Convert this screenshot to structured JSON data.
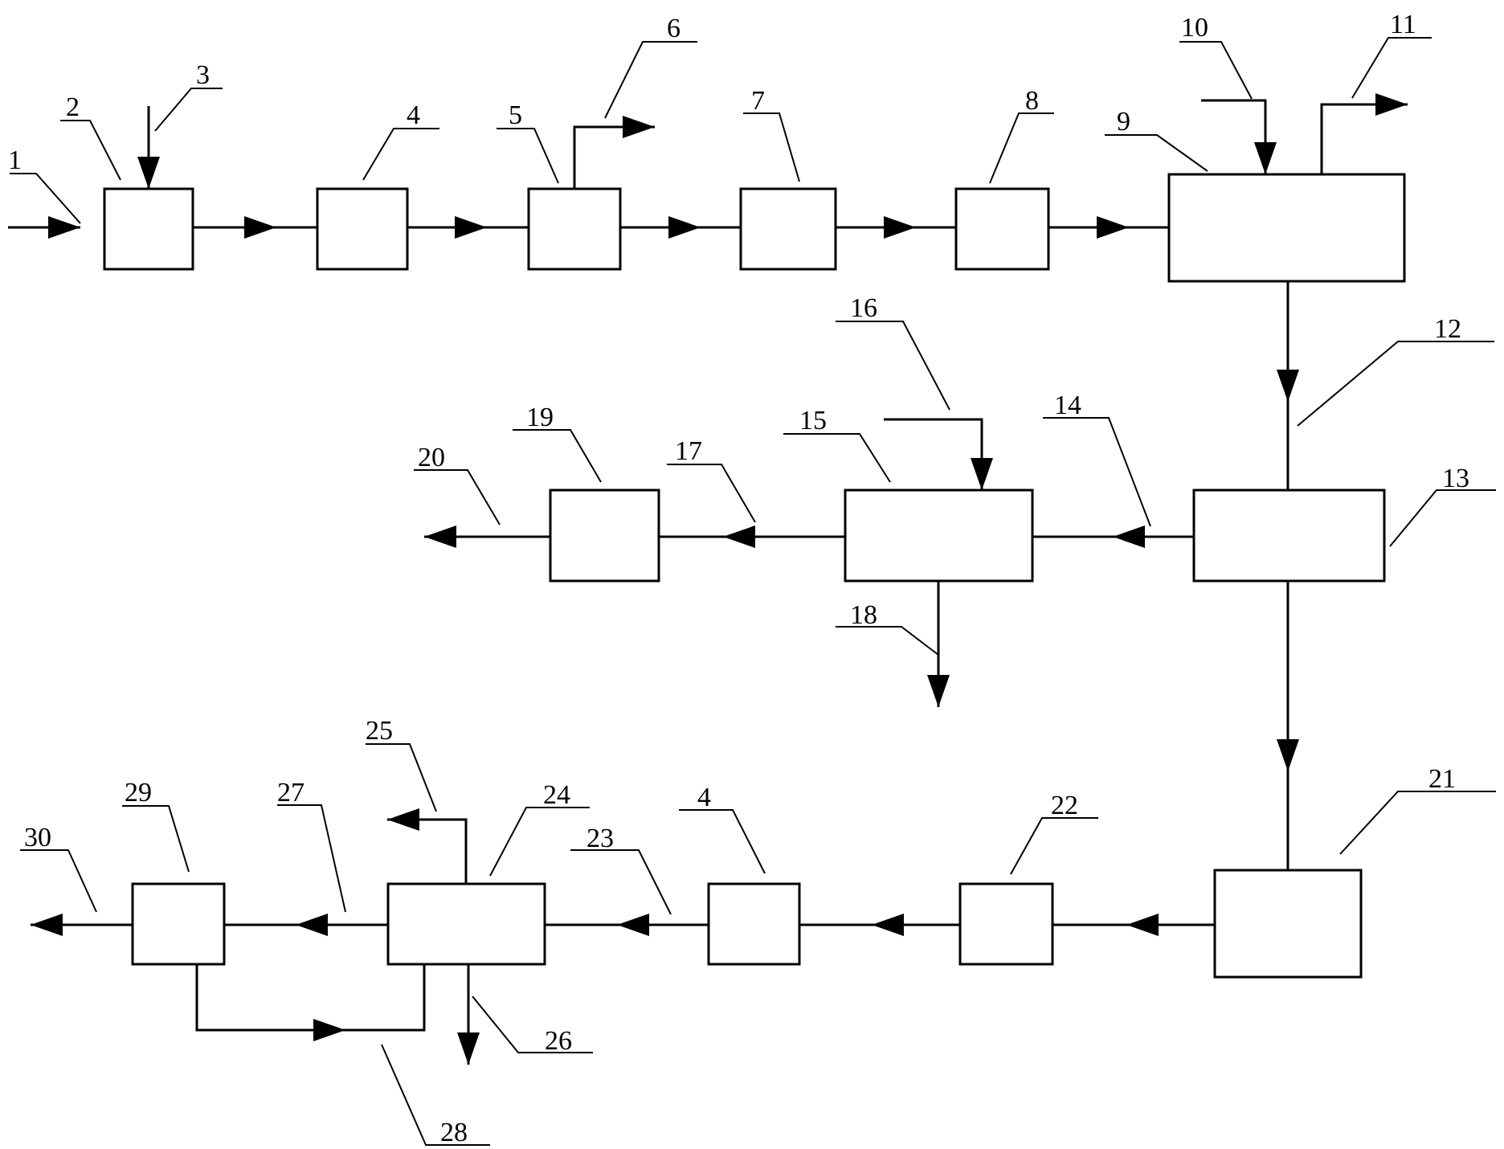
{
  "diagram": {
    "labels": {
      "l1": "1",
      "l2": "2",
      "l3": "3",
      "l4a": "4",
      "l5": "5",
      "l6": "6",
      "l7": "7",
      "l8": "8",
      "l9": "9",
      "l10": "10",
      "l11": "11",
      "l12": "12",
      "l13": "13",
      "l14": "14",
      "l15": "15",
      "l16": "16",
      "l17": "17",
      "l18": "18",
      "l19": "19",
      "l20": "20",
      "l21": "21",
      "l22": "22",
      "l23": "23",
      "l4b": "4",
      "l24": "24",
      "l25": "25",
      "l26": "26",
      "l27": "27",
      "l28": "28",
      "l29": "29",
      "l30": "30"
    },
    "colors": {
      "stroke": "#000000",
      "background": "#ffffff"
    }
  }
}
